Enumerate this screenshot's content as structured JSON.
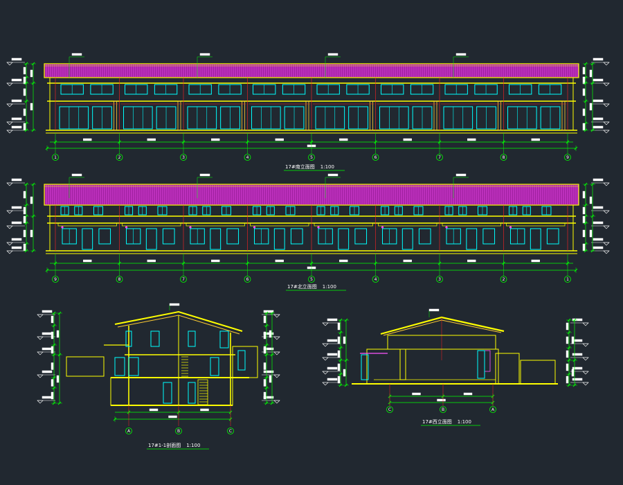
{
  "drawing": {
    "background": "#212830",
    "colors": {
      "wall": "#ffff00",
      "roof_fill": "#a020a0",
      "roof_line": "#ff55ff",
      "window": "#00ffff",
      "axis": "#ff2222",
      "dimension": "#00ff00",
      "text": "#ffffff"
    },
    "views": [
      {
        "id": "south-elevation",
        "title": "17#南立面图",
        "scale": "1:100",
        "axes": [
          "1",
          "2",
          "3",
          "4",
          "5",
          "6",
          "7",
          "8",
          "9"
        ]
      },
      {
        "id": "north-elevation",
        "title": "17#北立面图",
        "scale": "1:100",
        "axes": [
          "9",
          "8",
          "7",
          "6",
          "5",
          "4",
          "3",
          "2",
          "1"
        ]
      },
      {
        "id": "section-1-1",
        "title": "17#1-1剖面图",
        "scale": "1:100",
        "axes": [
          "A",
          "B",
          "C"
        ]
      },
      {
        "id": "west-elevation",
        "title": "17#西立面图",
        "scale": "1:100",
        "axes": [
          "C",
          "B",
          "A"
        ]
      }
    ]
  }
}
